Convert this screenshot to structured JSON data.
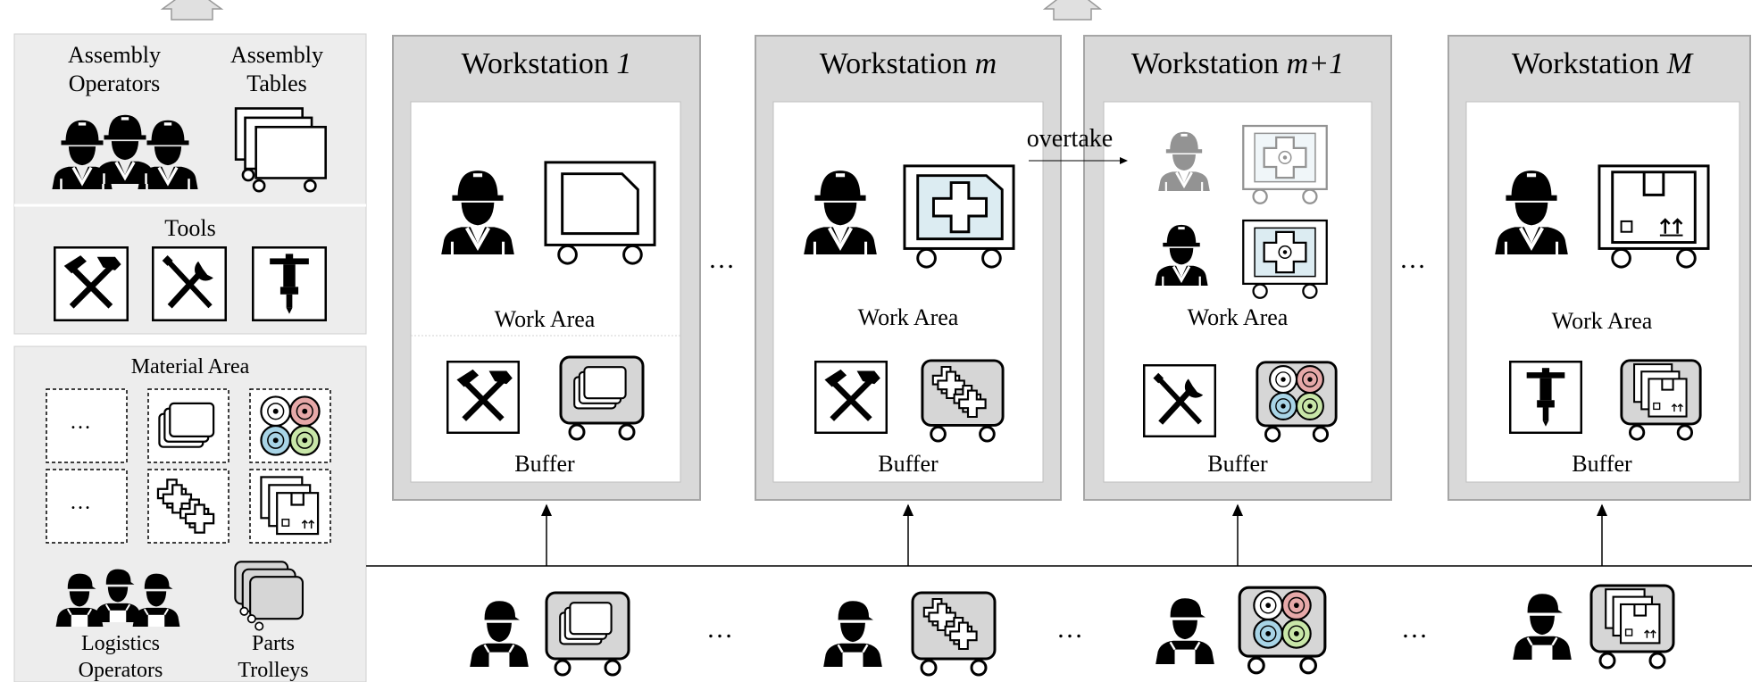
{
  "resources": {
    "assembly_operators": [
      "Assembly",
      "Operators"
    ],
    "assembly_tables": [
      "Assembly",
      "Tables"
    ],
    "tools": "Tools"
  },
  "material_area": {
    "title": "Material Area",
    "cells": [
      "…",
      "…"
    ],
    "logistics_operators": [
      "Logistics",
      "Operators"
    ],
    "parts_trolleys": [
      "Parts",
      "Trolleys"
    ]
  },
  "workstations": [
    {
      "label": "Workstation ",
      "index": "1",
      "work_area": "Work Area",
      "buffer": "Buffer"
    },
    {
      "label": "Workstation ",
      "index": "m",
      "work_area": "Work Area",
      "buffer": "Buffer"
    },
    {
      "label": "Workstation ",
      "index": "m+1",
      "work_area": "Work Area",
      "buffer": "Buffer"
    },
    {
      "label": "Workstation ",
      "index": "M",
      "work_area": "Work Area",
      "buffer": "Buffer"
    }
  ],
  "overtake_label": "overtake",
  "ellipsis": "…",
  "colors": {
    "panel_fill": "#ededed",
    "workstation_fill": "#d9d9d9",
    "trolley_fill": "#d6d6d6",
    "reel_blue": "#a8d4e6",
    "reel_pink": "#e6a8a8",
    "reel_green": "#c8e6a8",
    "cross_fill": "#dcecf2",
    "ghost_gray": "#9a9a9a"
  }
}
